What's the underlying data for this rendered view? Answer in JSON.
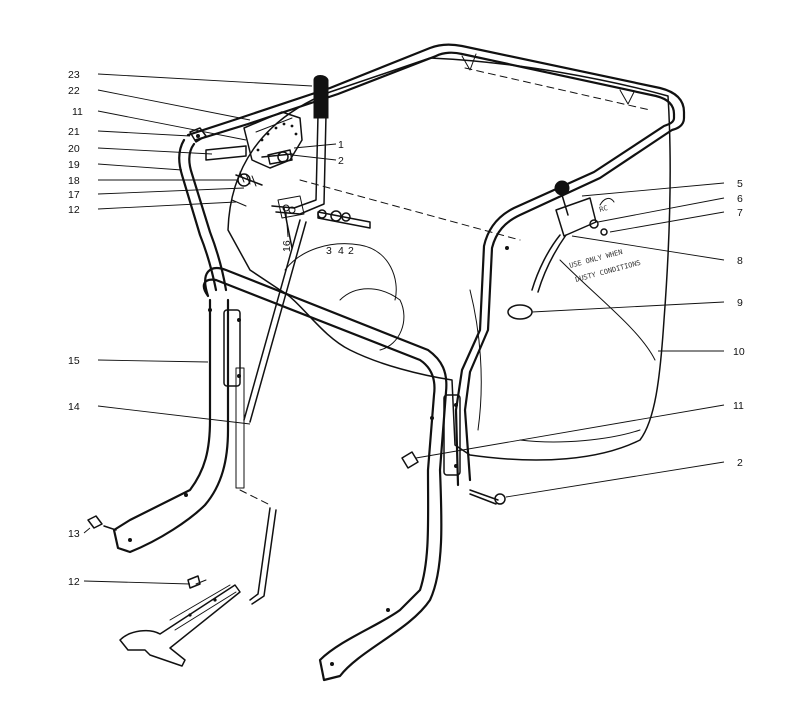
{
  "callouts": [
    {
      "id": "c23",
      "label": "23"
    },
    {
      "id": "c22",
      "label": "22"
    },
    {
      "id": "c11a",
      "label": "11"
    },
    {
      "id": "c21",
      "label": "21"
    },
    {
      "id": "c20",
      "label": "20"
    },
    {
      "id": "c19",
      "label": "19"
    },
    {
      "id": "c18",
      "label": "18"
    },
    {
      "id": "c17",
      "label": "17"
    },
    {
      "id": "c12a",
      "label": "12"
    },
    {
      "id": "c1",
      "label": "1"
    },
    {
      "id": "c2a",
      "label": "2"
    },
    {
      "id": "c16",
      "label": "16"
    },
    {
      "id": "c3",
      "label": "3"
    },
    {
      "id": "c4",
      "label": "4"
    },
    {
      "id": "c2b",
      "label": "2"
    },
    {
      "id": "c5",
      "label": "5"
    },
    {
      "id": "c6",
      "label": "6"
    },
    {
      "id": "c7",
      "label": "7"
    },
    {
      "id": "c8",
      "label": "8"
    },
    {
      "id": "c9",
      "label": "9"
    },
    {
      "id": "c10",
      "label": "10"
    },
    {
      "id": "c15",
      "label": "15"
    },
    {
      "id": "c14",
      "label": "14"
    },
    {
      "id": "c11b",
      "label": "11"
    },
    {
      "id": "c2c",
      "label": "2"
    },
    {
      "id": "c13",
      "label": "13"
    },
    {
      "id": "c12b",
      "label": "12"
    }
  ],
  "bag_label": {
    "logo": "RC",
    "line1": "USE ONLY WHEN",
    "line2": "DUSTY CONDITIONS"
  }
}
